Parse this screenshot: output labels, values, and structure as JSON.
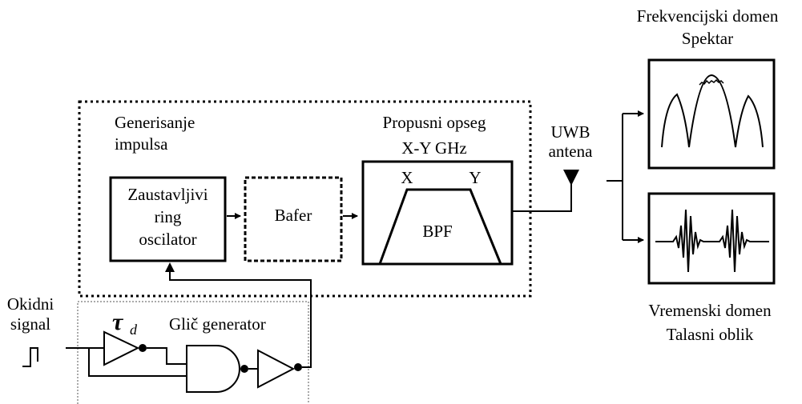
{
  "labels": {
    "generation": [
      "Generisanje",
      "impulsa"
    ],
    "oscillator": [
      "Zaustavljivi",
      "ring",
      "oscilator"
    ],
    "buffer": "Bafer",
    "passband": [
      "Propusni opseg",
      "X-Y GHz"
    ],
    "bpf_x": "X",
    "bpf_y": "Y",
    "bpf": "BPF",
    "antenna": [
      "UWB",
      "antena"
    ],
    "freq_domain": [
      "Frekvencijski domen",
      "Spektar"
    ],
    "time_domain": [
      "Vremenski domen",
      "Talasni oblik"
    ],
    "trigger": [
      "Okidni",
      "signal"
    ],
    "tau": "τ",
    "tau_sub": "d",
    "glitch": "Glič generator"
  }
}
